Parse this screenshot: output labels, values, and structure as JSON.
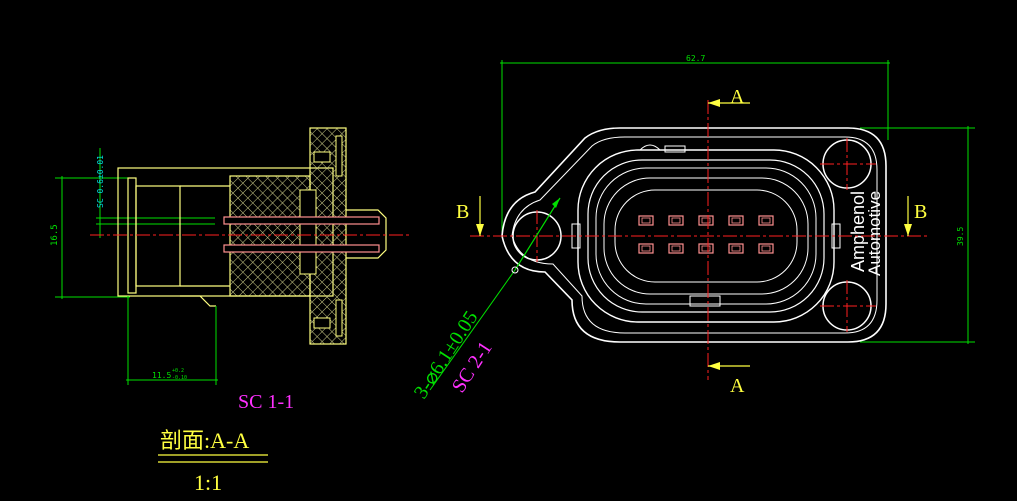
{
  "colors": {
    "background": "#000000",
    "outline": "#ffffff",
    "body_yellow": "#ffff80",
    "dimension": "#00e000",
    "centerline": "#ff2020",
    "hatch": "#d4d48a",
    "pin": "#ff9090",
    "tolerance_cyan": "#00e0e0",
    "label_magenta": "#ff30ff",
    "section_yellow": "#ffff40"
  },
  "side_view": {
    "dim_height": "16.5",
    "dim_length": "11.5",
    "dim_length_tol": "+0.2\n-0.10",
    "tolerance_note": "SC 0.6±0.01",
    "label": "SC 1-1"
  },
  "front_view": {
    "dim_width": "62.7",
    "dim_height": "39.5",
    "section_a_top": "A",
    "section_a_bottom": "A",
    "section_b_left": "B",
    "section_b_right": "B",
    "hole_callout": "3-⌀6.1±0.05",
    "hole_sc": "SC 2-1",
    "brand_line1": "Amphenol",
    "brand_line2": "Automotive",
    "pin_rows": 2,
    "pins_per_row": 5
  },
  "title_block": {
    "section_title": "剖面:A-A",
    "scale": "1:1"
  }
}
